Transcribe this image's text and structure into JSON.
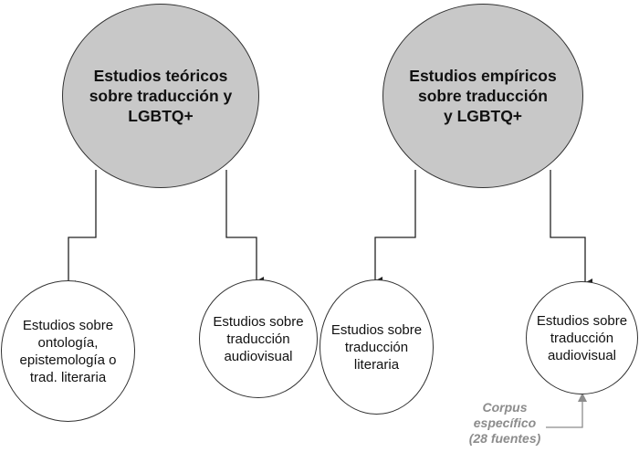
{
  "diagram": {
    "nodes": {
      "theoretical_root": "Estudios teóricos\nsobre traducción y\nLGBTQ+",
      "empirical_root": "Estudios empíricos\nsobre traducción\ny LGBTQ+",
      "theoretical_ontology": "Estudios sobre\nontología,\nepistemología o\ntrad. literaria",
      "theoretical_audiovisual": "Estudios sobre\ntraducción\naudiovisual",
      "empirical_literary": "Estudios sobre\ntraducción\nliteraria",
      "empirical_audiovisual": "Estudios sobre\ntraducción\naudiovisual"
    },
    "annotation": "Corpus\nespecífico\n(28 fuentes)",
    "colors": {
      "root_fill": "#c8c8c8",
      "leaf_fill": "#ffffff",
      "stroke": "#333333",
      "annotation": "#8c8c8c"
    }
  }
}
